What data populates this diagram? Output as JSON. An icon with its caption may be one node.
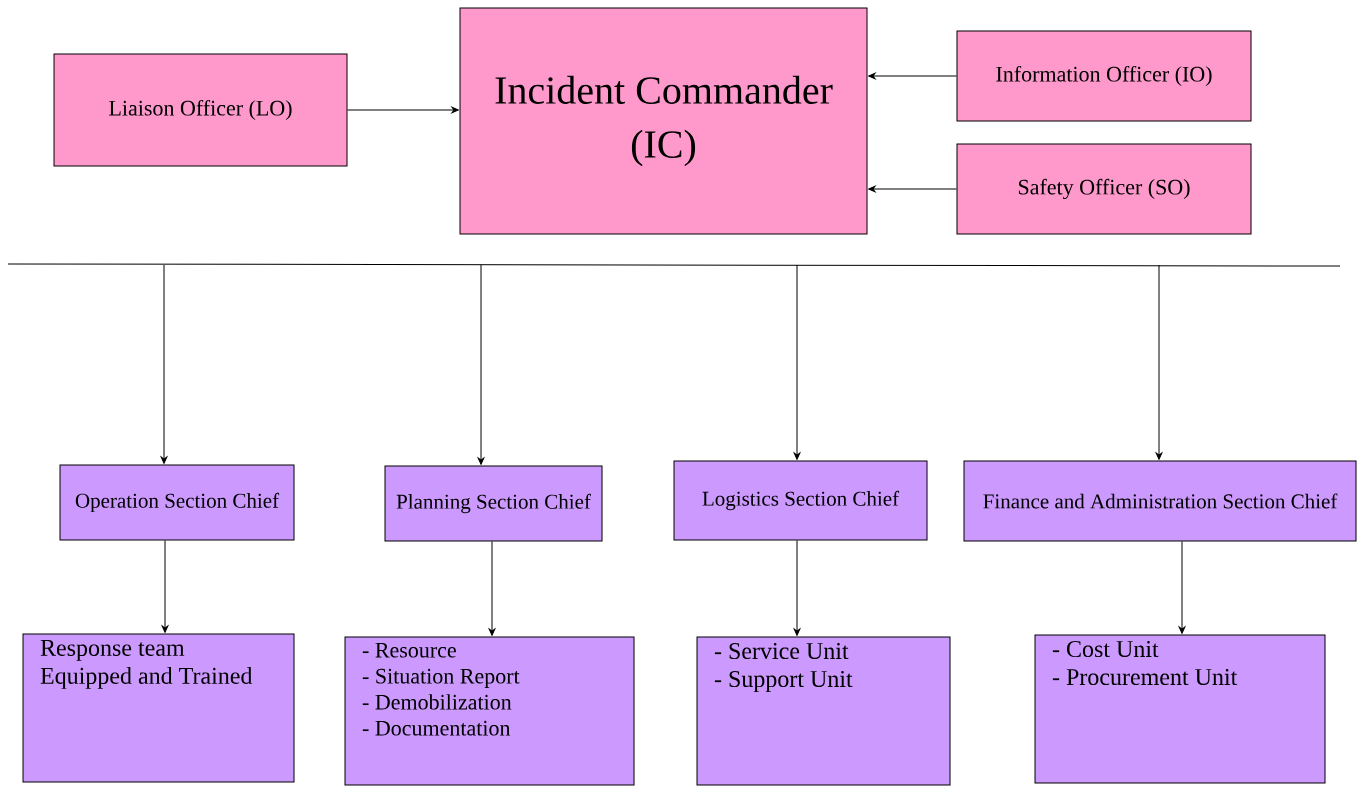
{
  "diagram": {
    "nodes": [
      {
        "text": [
          "Liaison Officer (LO)"
        ]
      },
      {
        "text": [
          "Incident Commander (IC)"
        ]
      },
      {
        "text": [
          "Information Officer (IO)"
        ]
      },
      {
        "text": [
          "Safety Officer (SO)"
        ]
      },
      {
        "text": [
          "Operation Section Chief"
        ]
      },
      {
        "text": [
          "Planning Section Chief"
        ]
      },
      {
        "text": [
          "Logistics Section Chief"
        ]
      },
      {
        "text": [
          "Finance and Administration Section Chief"
        ]
      },
      {
        "text": [
          "Response team Equipped and Trained"
        ]
      },
      {
        "text": [
          "- Resource",
          "- Situation Report",
          "- Demobilization",
          "- Documentation"
        ]
      },
      {
        "text": [
          "- Service Unit",
          "- Support Unit"
        ]
      },
      {
        "text": [
          "- Cost Unit",
          "- Procurement Unit"
        ]
      }
    ],
    "edges": [
      {
        "from": 0,
        "to": 1,
        "arrow": "to"
      },
      {
        "from": 2,
        "to": 1,
        "arrow": "to"
      },
      {
        "from": 3,
        "to": 1,
        "arrow": "to"
      },
      {
        "from": null,
        "to": 4,
        "arrow": "to"
      },
      {
        "from": null,
        "to": 5,
        "arrow": "to"
      },
      {
        "from": null,
        "to": 6,
        "arrow": "to"
      },
      {
        "from": null,
        "to": 7,
        "arrow": "to"
      },
      {
        "from": 4,
        "to": 8,
        "arrow": "to"
      },
      {
        "from": 5,
        "to": 9,
        "arrow": "to"
      },
      {
        "from": 6,
        "to": 10,
        "arrow": "to"
      },
      {
        "from": 7,
        "to": 11,
        "arrow": "to"
      }
    ]
  }
}
